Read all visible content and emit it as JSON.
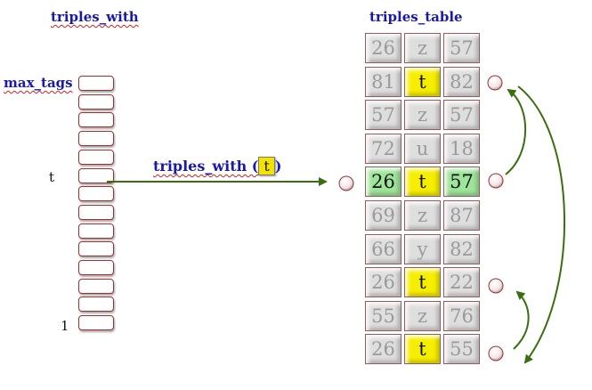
{
  "left_title": "triples_with",
  "table_title": "triples_table",
  "max_label": "max_tags",
  "t_label": "t",
  "one_label": "1",
  "call_text": "triples_with (",
  "call_arg": "t",
  "call_close": ")",
  "rows": [
    {
      "a": "26",
      "b": "z",
      "c": "57",
      "style": "gray"
    },
    {
      "a": "81",
      "b": "t",
      "c": "82",
      "style": "t"
    },
    {
      "a": "57",
      "b": "z",
      "c": "57",
      "style": "gray"
    },
    {
      "a": "72",
      "b": "u",
      "c": "18",
      "style": "gray"
    },
    {
      "a": "26",
      "b": "t",
      "c": "57",
      "style": "green"
    },
    {
      "a": "69",
      "b": "z",
      "c": "87",
      "style": "gray"
    },
    {
      "a": "66",
      "b": "y",
      "c": "82",
      "style": "gray"
    },
    {
      "a": "26",
      "b": "t",
      "c": "22",
      "style": "t"
    },
    {
      "a": "55",
      "b": "z",
      "c": "76",
      "style": "gray"
    },
    {
      "a": "26",
      "b": "t",
      "c": "55",
      "style": "t"
    }
  ],
  "colors": {
    "arrow": "#3a6e10",
    "title": "#1a1aa6",
    "highlight": "#f6ee00",
    "match": "#9ee59a"
  }
}
